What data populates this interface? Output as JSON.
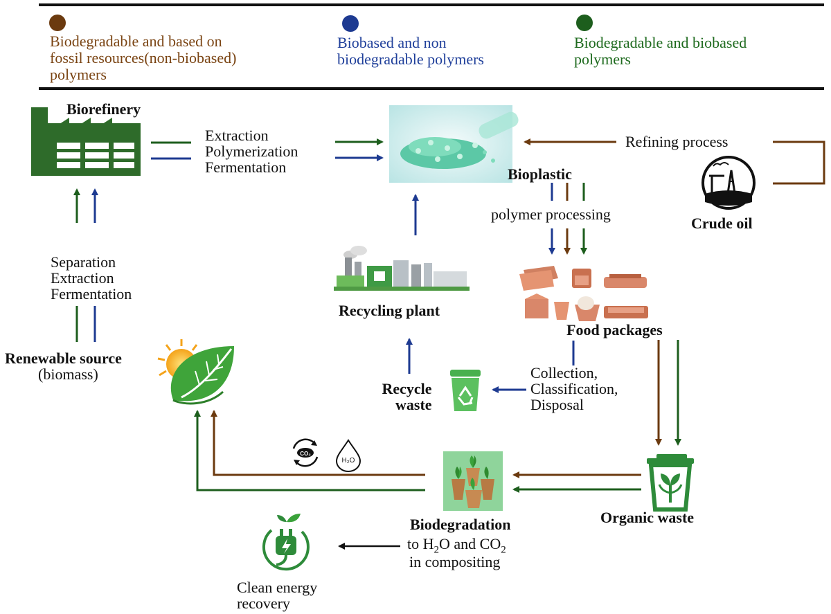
{
  "legend": {
    "items": [
      {
        "color": "#6b3a0f",
        "text": [
          "Biodegradable and based on",
          "fossil resources(non-biobased)",
          "polymers"
        ]
      },
      {
        "color": "#1d3a91",
        "text": [
          "Biobased and non",
          "biodegradable polymers"
        ]
      },
      {
        "color": "#1d5e1d",
        "text": [
          "Biodegradable and biobased",
          "polymers"
        ]
      }
    ]
  },
  "nodes": {
    "biorefinery": "Biorefinery",
    "bioplastic": "Bioplastic",
    "crude_oil": "Crude oil",
    "recycling_plant": "Recycling plant",
    "food_packages": "Food packages",
    "renewable_source": "Renewable source",
    "renewable_source_sub": "(biomass)",
    "recycle_waste": [
      "Recycle",
      "waste"
    ],
    "organic_waste": "Organic waste",
    "biodegradation": "Biodegradation",
    "biodegradation_sub": [
      "to H",
      "2",
      "O and CO",
      "2",
      "in compositing"
    ],
    "clean_energy": [
      "Clean energy",
      "recovery"
    ],
    "co2_icon_text": "CO₂",
    "h2o_icon_text": "H₂O"
  },
  "processes": {
    "biorefinery_to_bioplastic": [
      "Extraction",
      "Polymerization",
      "Fermentation"
    ],
    "refining": "Refining process",
    "polymer_processing": "polymer processing",
    "source_to_biorefinery": [
      "Separation",
      "Extraction",
      "Fermentation"
    ],
    "collection": [
      "Collection,",
      "Classification,",
      "Disposal"
    ]
  },
  "colors": {
    "brown": "#6b3a0f",
    "blue": "#1d3a91",
    "green": "#1d5e1d",
    "black": "#111111"
  }
}
